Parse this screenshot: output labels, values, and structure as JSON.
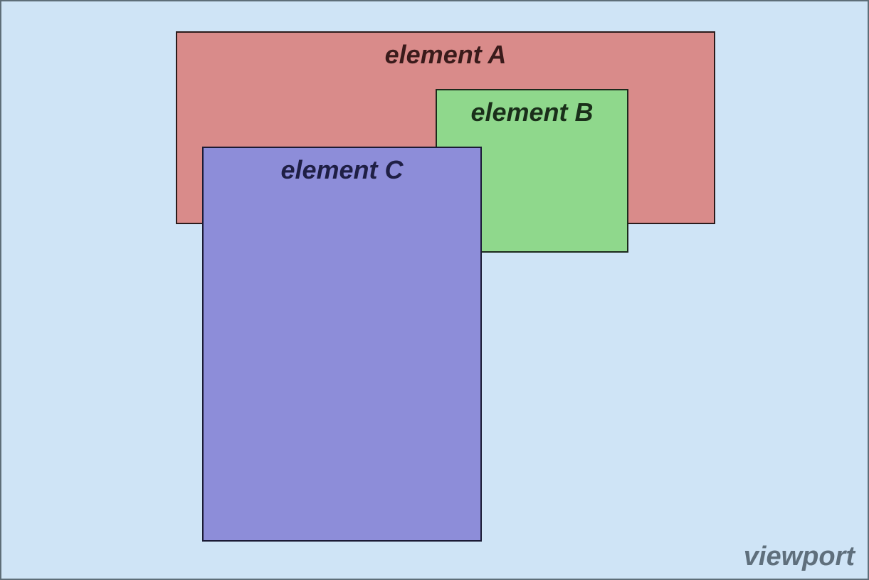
{
  "viewport": {
    "label": "viewport",
    "background": "#cfe4f6"
  },
  "elements": [
    {
      "label": "element A",
      "color": "#d98b8a"
    },
    {
      "label": "element B",
      "color": "#8fd88c"
    },
    {
      "label": "element C",
      "color": "#8d8dd9"
    }
  ]
}
